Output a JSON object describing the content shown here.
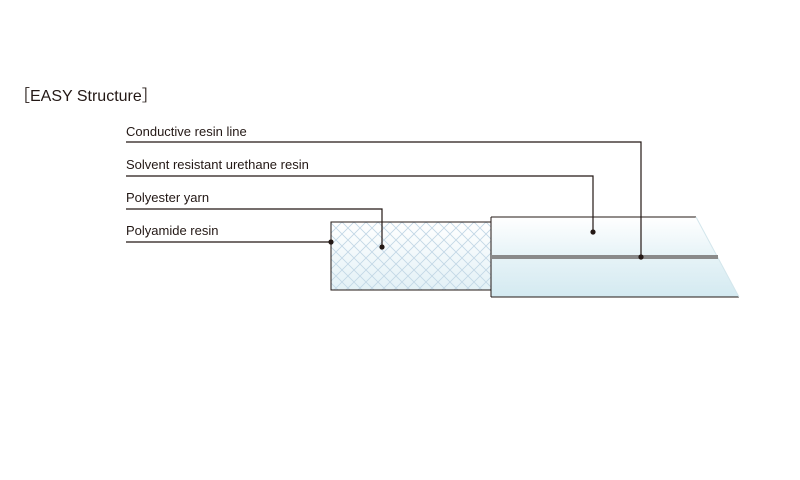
{
  "heading": "［EASY Structure］",
  "labels": [
    "Conductive resin line",
    "Solvent resistant urethane resin",
    "Polyester yarn",
    "Polyamide resin"
  ],
  "colors": {
    "text": "#231815",
    "leader_line": "#231815",
    "conductive_line": "#8a8a8a",
    "tube_fill": "#eaf5f8",
    "mesh": "#c6dbe8",
    "outline": "#231815"
  }
}
